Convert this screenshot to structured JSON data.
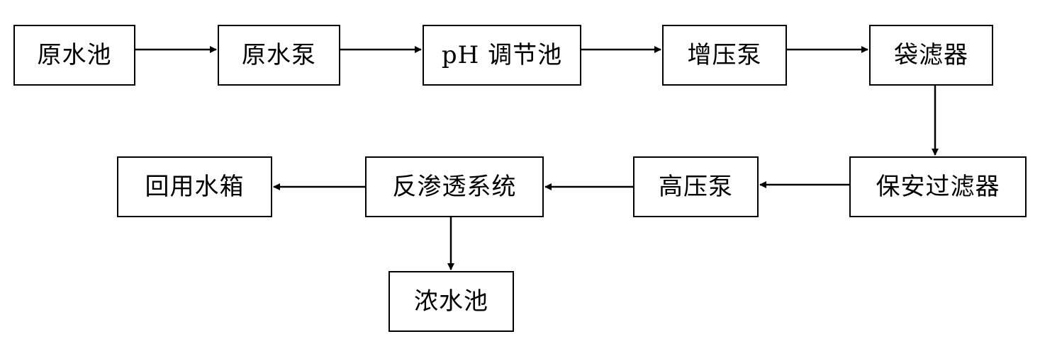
{
  "nodes": {
    "raw_water_pool": "原水池",
    "raw_water_pump": "原水泵",
    "ph_adjust_pool": "pH 调节池",
    "booster_pump": "增压泵",
    "bag_filter": "袋滤器",
    "security_filter": "保安过滤器",
    "high_pressure_pump": "高压泵",
    "ro_system": "反渗透系统",
    "reuse_water_tank": "回用水箱",
    "concentrate_pool": "浓水池"
  },
  "colors": {
    "line": "#000000",
    "box_border": "#000000",
    "background": "#ffffff"
  }
}
